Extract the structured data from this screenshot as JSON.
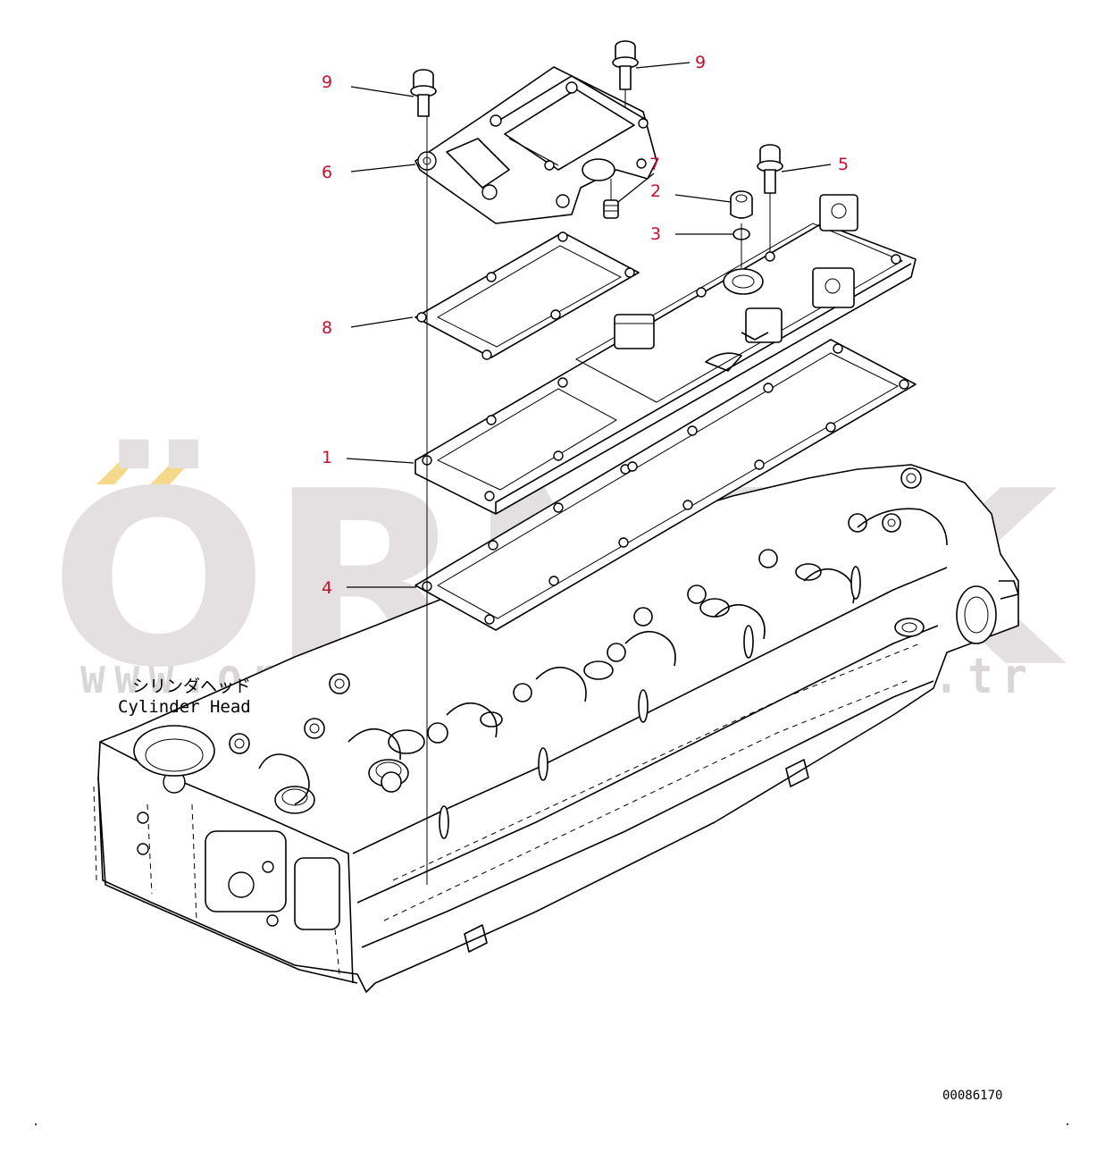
{
  "watermark": {
    "brand": "ÖRNEK",
    "url": "www.ornekismakinalari.com.tr",
    "accent_color": "#f5d98a"
  },
  "labels": {
    "cylinder_head_jp": "シリンダヘッド",
    "cylinder_head_en": "Cylinder Head",
    "drawing_number": "00086170"
  },
  "callouts": [
    {
      "id": "c9a",
      "text": "9"
    },
    {
      "id": "c9b",
      "text": "9"
    },
    {
      "id": "c6",
      "text": "6"
    },
    {
      "id": "c7",
      "text": "7"
    },
    {
      "id": "c5",
      "text": "5"
    },
    {
      "id": "c2",
      "text": "2"
    },
    {
      "id": "c3",
      "text": "3"
    },
    {
      "id": "c8",
      "text": "8"
    },
    {
      "id": "c1",
      "text": "1"
    },
    {
      "id": "c4",
      "text": "4"
    }
  ],
  "colors": {
    "callout": "#c8102e",
    "line": "#000000",
    "watermark": "#e4e0e2"
  }
}
